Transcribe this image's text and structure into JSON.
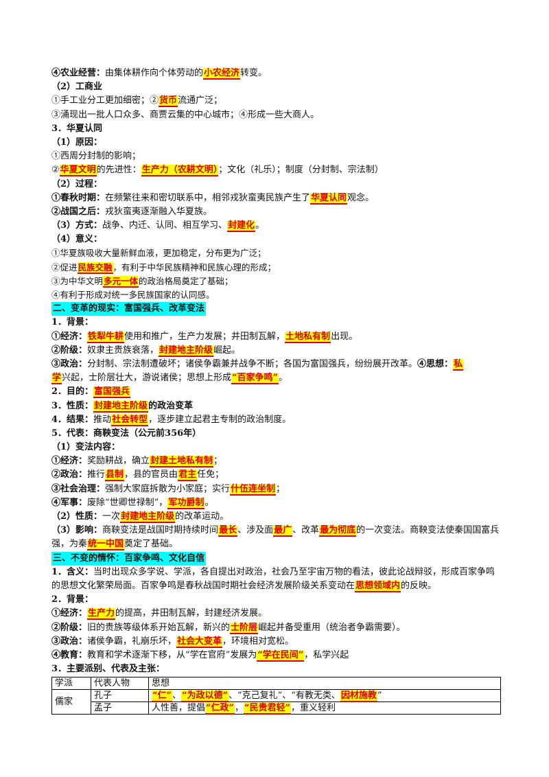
{
  "lines": [
    {
      "seg": [
        {
          "t": "④农业经营：",
          "s": "b"
        },
        {
          "t": "由集体耕作向个体劳动的"
        },
        {
          "t": "小农经济",
          "s": "hl"
        },
        {
          "t": "转变。"
        }
      ]
    },
    {
      "seg": [
        {
          "t": "（2）工商业",
          "s": "b"
        }
      ]
    },
    {
      "seg": [
        {
          "t": "①手工业分工更加细密；②"
        },
        {
          "t": "货币",
          "s": "hl"
        },
        {
          "t": "流通广泛；"
        }
      ]
    },
    {
      "seg": [
        {
          "t": "③涌现出一批人口众多、商贾云集的中心城市；④形成一些大商人。"
        }
      ]
    },
    {
      "seg": [
        {
          "t": "3．华夏认同",
          "s": "b"
        }
      ]
    },
    {
      "seg": [
        {
          "t": "（1）原因：",
          "s": "b"
        }
      ]
    },
    {
      "seg": [
        {
          "t": "①西周分封制的影响；"
        }
      ]
    },
    {
      "seg": [
        {
          "t": "②"
        },
        {
          "t": "华夏文明",
          "s": "hl"
        },
        {
          "t": "的先进性："
        },
        {
          "t": "生产力（农耕文明）",
          "s": "hl"
        },
        {
          "t": "；文化（礼乐）；制度（分封制、宗法制）"
        }
      ]
    },
    {
      "seg": [
        {
          "t": "（2）过程：",
          "s": "b"
        }
      ]
    },
    {
      "seg": [
        {
          "t": "①春秋时期：",
          "s": "b"
        },
        {
          "t": "在频繁往来和密切联系中，相邻戎狄蛮夷民族产生了"
        },
        {
          "t": "华夏认同",
          "s": "hl"
        },
        {
          "t": "观念。"
        }
      ]
    },
    {
      "seg": [
        {
          "t": "②战国之后：",
          "s": "b"
        },
        {
          "t": "戎狄蛮夷逐渐融入华夏族。"
        }
      ]
    },
    {
      "seg": [
        {
          "t": "（3）方式：",
          "s": "b"
        },
        {
          "t": "战争、内迁、认同、相互学习、"
        },
        {
          "t": "封建化",
          "s": "hl"
        },
        {
          "t": "。"
        }
      ]
    },
    {
      "seg": [
        {
          "t": "（4）意义：",
          "s": "b"
        }
      ]
    },
    {
      "cls": "sm",
      "seg": [
        {
          "t": "①华夏族吸收大量新鲜血液，更加稳定，分布更为广泛；"
        }
      ]
    },
    {
      "cls": "sm",
      "seg": [
        {
          "t": "②促进"
        },
        {
          "t": "民族交融",
          "s": "hl"
        },
        {
          "t": "，有利于中华民族精神和民族心理的形成；"
        }
      ]
    },
    {
      "cls": "sm",
      "seg": [
        {
          "t": "③为中华文明"
        },
        {
          "t": "多元一体",
          "s": "hl"
        },
        {
          "t": "的政治格局奠定了基础；"
        }
      ]
    },
    {
      "cls": "sm",
      "seg": [
        {
          "t": "④有利于形成对统一多民族国家的认同感。"
        }
      ]
    },
    {
      "seg": [
        {
          "t": "二、变革的现实：富国强兵、改革变法",
          "s": "sec"
        }
      ]
    },
    {
      "seg": [
        {
          "t": "1．背景：",
          "s": "b"
        }
      ]
    },
    {
      "seg": [
        {
          "t": "①经济：",
          "s": "b"
        },
        {
          "t": "铁犁牛耕",
          "s": "hl"
        },
        {
          "t": "使用和推广，生产力发展；井田制瓦解，"
        },
        {
          "t": "土地私有制",
          "s": "hl"
        },
        {
          "t": "出现。"
        }
      ]
    },
    {
      "seg": [
        {
          "t": "②阶级：",
          "s": "b"
        },
        {
          "t": "奴隶主贵族衰落，"
        },
        {
          "t": "封建地主阶级",
          "s": "hl"
        },
        {
          "t": "崛起。"
        }
      ]
    },
    {
      "seg": [
        {
          "t": "③政治：",
          "s": "b"
        },
        {
          "t": "分封制、宗法制遭破坏；诸侯争霸兼并战争不断；各国为富国强兵，纷纷展开改革。"
        },
        {
          "t": "④思想：",
          "s": "b"
        },
        {
          "t": "私",
          "s": "hl"
        }
      ]
    },
    {
      "seg": [
        {
          "t": "学",
          "s": "hl"
        },
        {
          "t": "兴起，士阶层壮大，游说诸侯；思想上形成"
        },
        {
          "t": "“百家争鸣”",
          "s": "hl"
        },
        {
          "t": "。"
        }
      ]
    },
    {
      "seg": [
        {
          "t": "2．目的：",
          "s": "b"
        },
        {
          "t": "富国强兵",
          "s": "hl"
        }
      ]
    },
    {
      "seg": [
        {
          "t": "3．性质：",
          "s": "b"
        },
        {
          "t": "封建地主阶级",
          "s": "hl"
        },
        {
          "t": "的政治变革",
          "s": "b"
        }
      ]
    },
    {
      "seg": [
        {
          "t": "4．结果：",
          "s": "b"
        },
        {
          "t": "推动"
        },
        {
          "t": "社会转型",
          "s": "hl"
        },
        {
          "t": "，逐步建立起君主专制的政治制度。"
        }
      ]
    },
    {
      "seg": [
        {
          "t": "5．代表：商鞅变法（公元前356年）",
          "s": "b"
        }
      ]
    },
    {
      "seg": [
        {
          "t": "（1）变法内容：",
          "s": "b"
        }
      ]
    },
    {
      "seg": [
        {
          "t": "①经济：",
          "s": "b"
        },
        {
          "t": "奖励耕战，确立"
        },
        {
          "t": "封建土地私有制",
          "s": "hl"
        },
        {
          "t": "；"
        }
      ]
    },
    {
      "seg": [
        {
          "t": "②政治：",
          "s": "b"
        },
        {
          "t": "推行"
        },
        {
          "t": "县制",
          "s": "hl"
        },
        {
          "t": "，县的官员由"
        },
        {
          "t": "君主",
          "s": "hl"
        },
        {
          "t": "任免；"
        }
      ]
    },
    {
      "seg": [
        {
          "t": "③社会治理：",
          "s": "b"
        },
        {
          "t": "强制大家庭拆散为小家庭；实行"
        },
        {
          "t": "什伍连坐制",
          "s": "hl"
        },
        {
          "t": "；"
        }
      ]
    },
    {
      "seg": [
        {
          "t": "④军事：",
          "s": "b"
        },
        {
          "t": "废除“世卿世禄制”，"
        },
        {
          "t": "军功爵制",
          "s": "hl"
        },
        {
          "t": "。"
        }
      ]
    },
    {
      "seg": [
        {
          "t": "（2）性质：",
          "s": "b"
        },
        {
          "t": "一次"
        },
        {
          "t": "封建地主阶级",
          "s": "hl"
        },
        {
          "t": "的改革运动。"
        }
      ]
    },
    {
      "cls": "wrap",
      "seg": [
        {
          "t": "（3）影响：",
          "s": "b"
        },
        {
          "t": "商鞅变法是战国时期持续时间"
        },
        {
          "t": "最长",
          "s": "hl"
        },
        {
          "t": "、涉及面"
        },
        {
          "t": "最广",
          "s": "hl"
        },
        {
          "t": "、改革"
        },
        {
          "t": "最为彻底",
          "s": "hl"
        },
        {
          "t": "的一次变法。商鞅变法使秦国国富兵强，为秦"
        },
        {
          "t": "统一中国",
          "s": "hl"
        },
        {
          "t": "奠定了基础。"
        }
      ]
    },
    {
      "seg": [
        {
          "t": "三、不变的情怀：百家争鸣、文化自信",
          "s": "sec"
        }
      ]
    },
    {
      "cls": "wrap",
      "seg": [
        {
          "t": "1．含义：",
          "s": "b"
        },
        {
          "t": "当时出现众多学说、学派，各自提出对政治，社会乃至宇宙万物的看法，彼此论战辩驳，形成百家争鸣的思想文化繁荣局面。百家争鸣是春秋战国时期社会经济发展阶级关系变动在"
        },
        {
          "t": "思想领域内",
          "s": "hl"
        },
        {
          "t": "的反映。"
        }
      ]
    },
    {
      "seg": [
        {
          "t": "2．背景：",
          "s": "b"
        }
      ]
    },
    {
      "seg": [
        {
          "t": "①经济：",
          "s": "b"
        },
        {
          "t": "生产力",
          "s": "hl"
        },
        {
          "t": "的提高，井田制瓦解，封建经济发展。"
        }
      ]
    },
    {
      "seg": [
        {
          "t": "②阶级：",
          "s": "b"
        },
        {
          "t": "旧的贵族等级体系开始瓦解，新兴的"
        },
        {
          "t": "士阶层",
          "s": "hl"
        },
        {
          "t": "崛起并备受重用（统治者争霸需要）。"
        }
      ]
    },
    {
      "seg": [
        {
          "t": "③政治：",
          "s": "b"
        },
        {
          "t": "诸侯争霸，礼崩乐坏，"
        },
        {
          "t": "社会大变革",
          "s": "hl"
        },
        {
          "t": "，环境相对宽松。"
        }
      ]
    },
    {
      "seg": [
        {
          "t": "④教育：",
          "s": "b"
        },
        {
          "t": "教育和学术逐渐下移，从“学在官府”发展为"
        },
        {
          "t": "“学在民间”",
          "s": "hl"
        },
        {
          "t": "，私学兴起"
        }
      ]
    },
    {
      "seg": [
        {
          "t": "3．主要派别、代表及主张：",
          "s": "b"
        }
      ]
    }
  ],
  "table": {
    "headers": [
      "学派",
      "代表人物",
      "思想"
    ],
    "school": "儒家",
    "rows": [
      {
        "person": "孔子",
        "seg": [
          {
            "t": "“仁”",
            "s": "hl"
          },
          {
            "t": "、"
          },
          {
            "t": "“为政以德”",
            "s": "hl"
          },
          {
            "t": "、“克己复礼”、“有教无类、"
          },
          {
            "t": "因材施教",
            "s": "hl"
          },
          {
            "t": "”"
          }
        ]
      },
      {
        "person": "孟子",
        "seg": [
          {
            "t": "人性善，提倡"
          },
          {
            "t": "“仁政”",
            "s": "hl"
          },
          {
            "t": "，"
          },
          {
            "t": "“民贵君轻”",
            "s": "hl"
          },
          {
            "t": "，重义轻利"
          }
        ]
      }
    ]
  }
}
